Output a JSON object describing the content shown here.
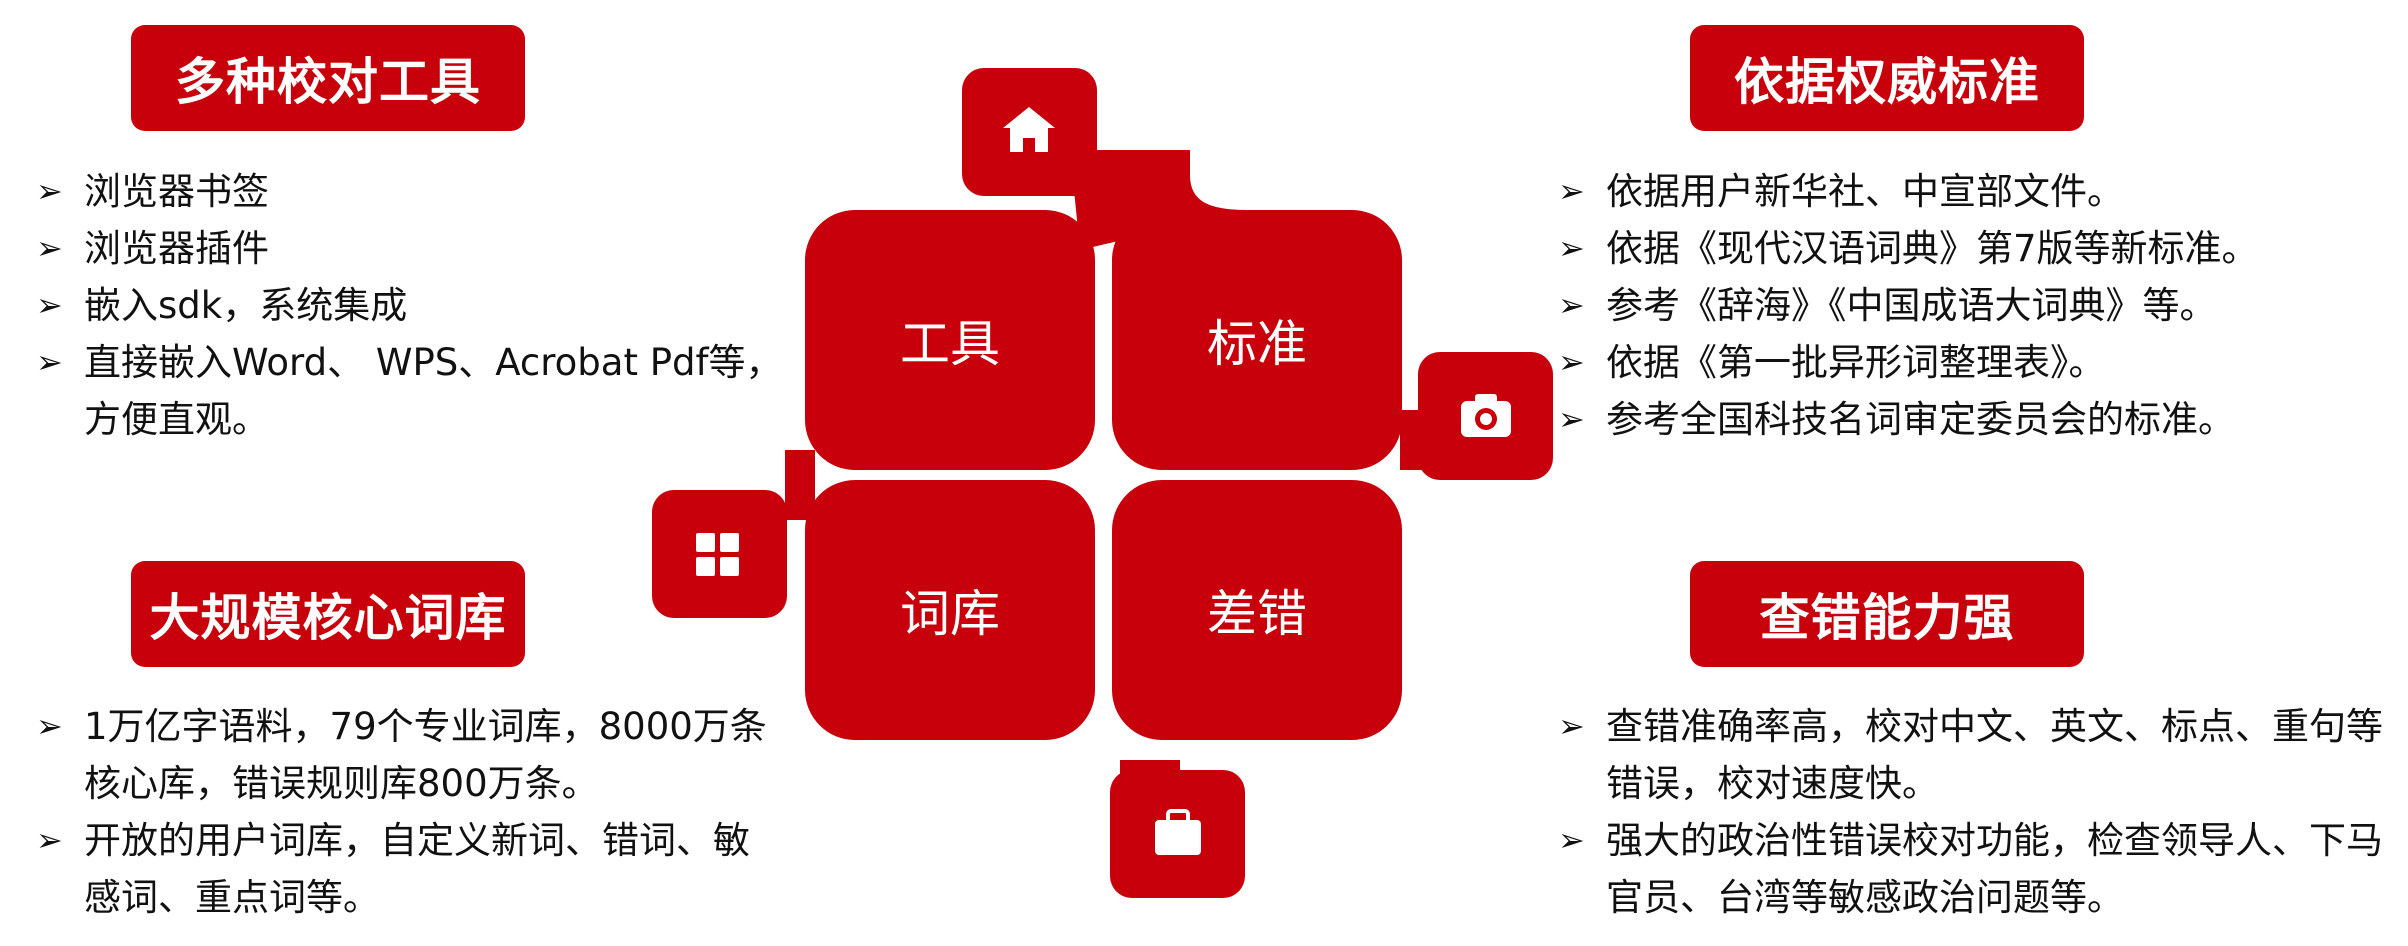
{
  "accent_color": "#c8000b",
  "top_left": {
    "title": "多种校对工具",
    "items": [
      "浏览器书签",
      "浏览器插件",
      "嵌入sdk，系统集成",
      "直接嵌入Word、 WPS、Acrobat Pdf等，方便直观。"
    ]
  },
  "bottom_left": {
    "title": "大规模核心词库",
    "items": [
      "1万亿字语料，79个专业词库，8000万条核心库，错误规则库800万条。",
      "开放的用户词库，自定义新词、错词、敏感词、重点词等。"
    ]
  },
  "top_right": {
    "title": "依据权威标准",
    "items": [
      "依据用户新华社、中宣部文件。",
      "依据《现代汉语词典》第7版等新标准。",
      "参考《辞海》《中国成语大词典》等。",
      "依据《第一批异形词整理表》。",
      "参考全国科技名词审定委员会的标准。"
    ]
  },
  "bottom_right": {
    "title": "查错能力强",
    "items": [
      "查错准确率高，校对中文、英文、标点、重句等错误，校对速度快。",
      "强大的政治性错误校对功能，检查领导人、下马官员、台湾等敏感政治问题等。"
    ]
  },
  "center": {
    "blocks": [
      "工具",
      "标准",
      "词库",
      "差错"
    ],
    "icons": [
      "home-icon",
      "camera-icon",
      "grid-icon",
      "briefcase-icon"
    ]
  }
}
